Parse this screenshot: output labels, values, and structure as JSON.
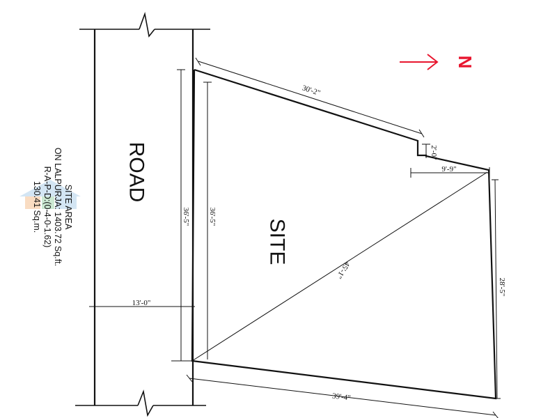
{
  "road_label": "ROAD",
  "site_label": "SITE",
  "north_label": "N",
  "north_arrow_color": "#e8152e",
  "dimensions": {
    "top_edge": "30'-2\"",
    "notch": "2'-0\"",
    "inner_edge": "9'-9\"",
    "right_edge": "28'-5\"",
    "bottom_edge": "39'-4\"",
    "diagonal": "45'-1\"",
    "left_outer": "36'-5\"",
    "left_inner": "36'-5\"",
    "road_width": "13'-0\""
  },
  "site_area": {
    "heading": "SITE AREA",
    "line1": "ON LALPURJA: 1403.72 Sq.ft.",
    "line2": "R-A-P-D:(0-4-0-1.62)",
    "line3": "130.41 Sq.m."
  }
}
